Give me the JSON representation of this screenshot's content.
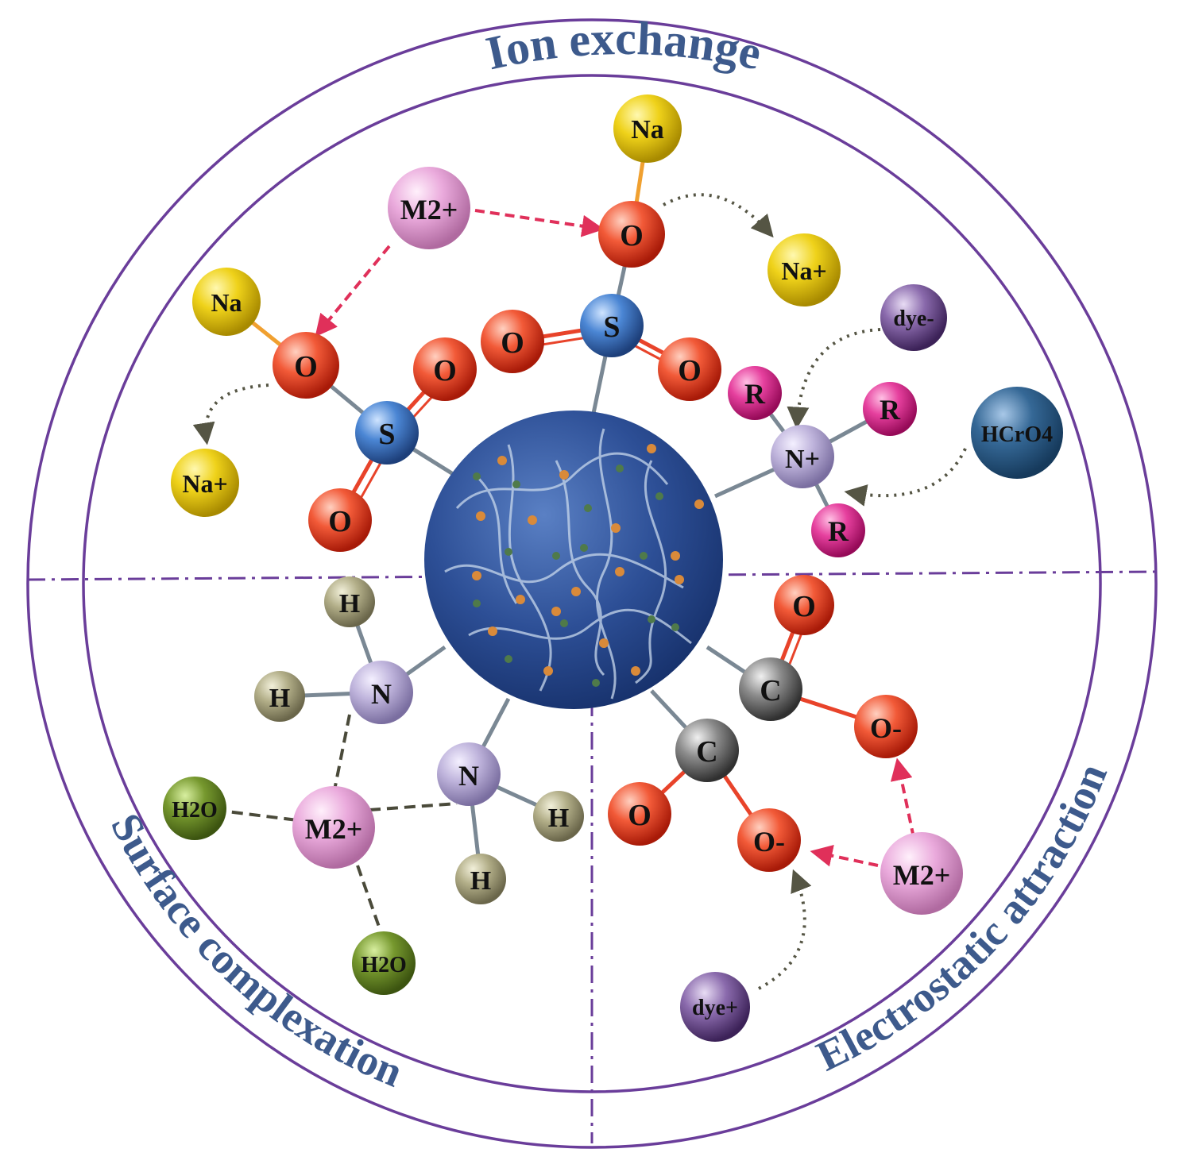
{
  "diagram": {
    "sections": {
      "top": "Ion exchange",
      "left": "Surface complexation",
      "right": "Electrostatic attraction"
    },
    "atoms": {
      "na_top": "Na",
      "m2_top": "M2+",
      "o_top": "O",
      "na_plus_right": "Na+",
      "s_top": "S",
      "o_top_left": "O",
      "o_top_right": "O",
      "na_left": "Na",
      "o_left": "O",
      "o_left_double": "O",
      "s_left": "S",
      "o_left_bottom": "O",
      "na_plus_left": "Na+",
      "dye_minus": "dye-",
      "r_upper": "R",
      "r_right": "R",
      "n_plus": "N+",
      "r_lower": "R",
      "hcro4": "HCrO4",
      "h_n1_top": "H",
      "h_n1_left": "H",
      "n1": "N",
      "n2": "N",
      "h_n2_right": "H",
      "h_n2_bottom": "H",
      "h2o_left": "H2O",
      "m2_left": "M2+",
      "h2o_bottom": "H2O",
      "o_carboxyl_top": "O",
      "c_upper": "C",
      "o_minus_upper": "O-",
      "c_lower": "C",
      "o_carboxyl_left": "O",
      "o_minus_lower": "O-",
      "m2_right": "M2+",
      "dye_plus": "dye+"
    },
    "colors": {
      "frame": "#6a3d9a",
      "title": "#3d5a8c",
      "oxygen": "#e8432a",
      "sodium": "#e2c613",
      "sulfur": "#3f78c8",
      "metal": "#e8a4d8",
      "r_group": "#e03a9a",
      "nitrogen": "#b4a8d0",
      "hydrogen": "#a8a47e",
      "water": "#6a8c2a",
      "carbon": "#777777",
      "dye": "#6a4a8c",
      "chromate": "#2f5f8a",
      "core": "#2e4f93",
      "arrow_red": "#e0305a",
      "arrow_dots": "#555544"
    }
  }
}
